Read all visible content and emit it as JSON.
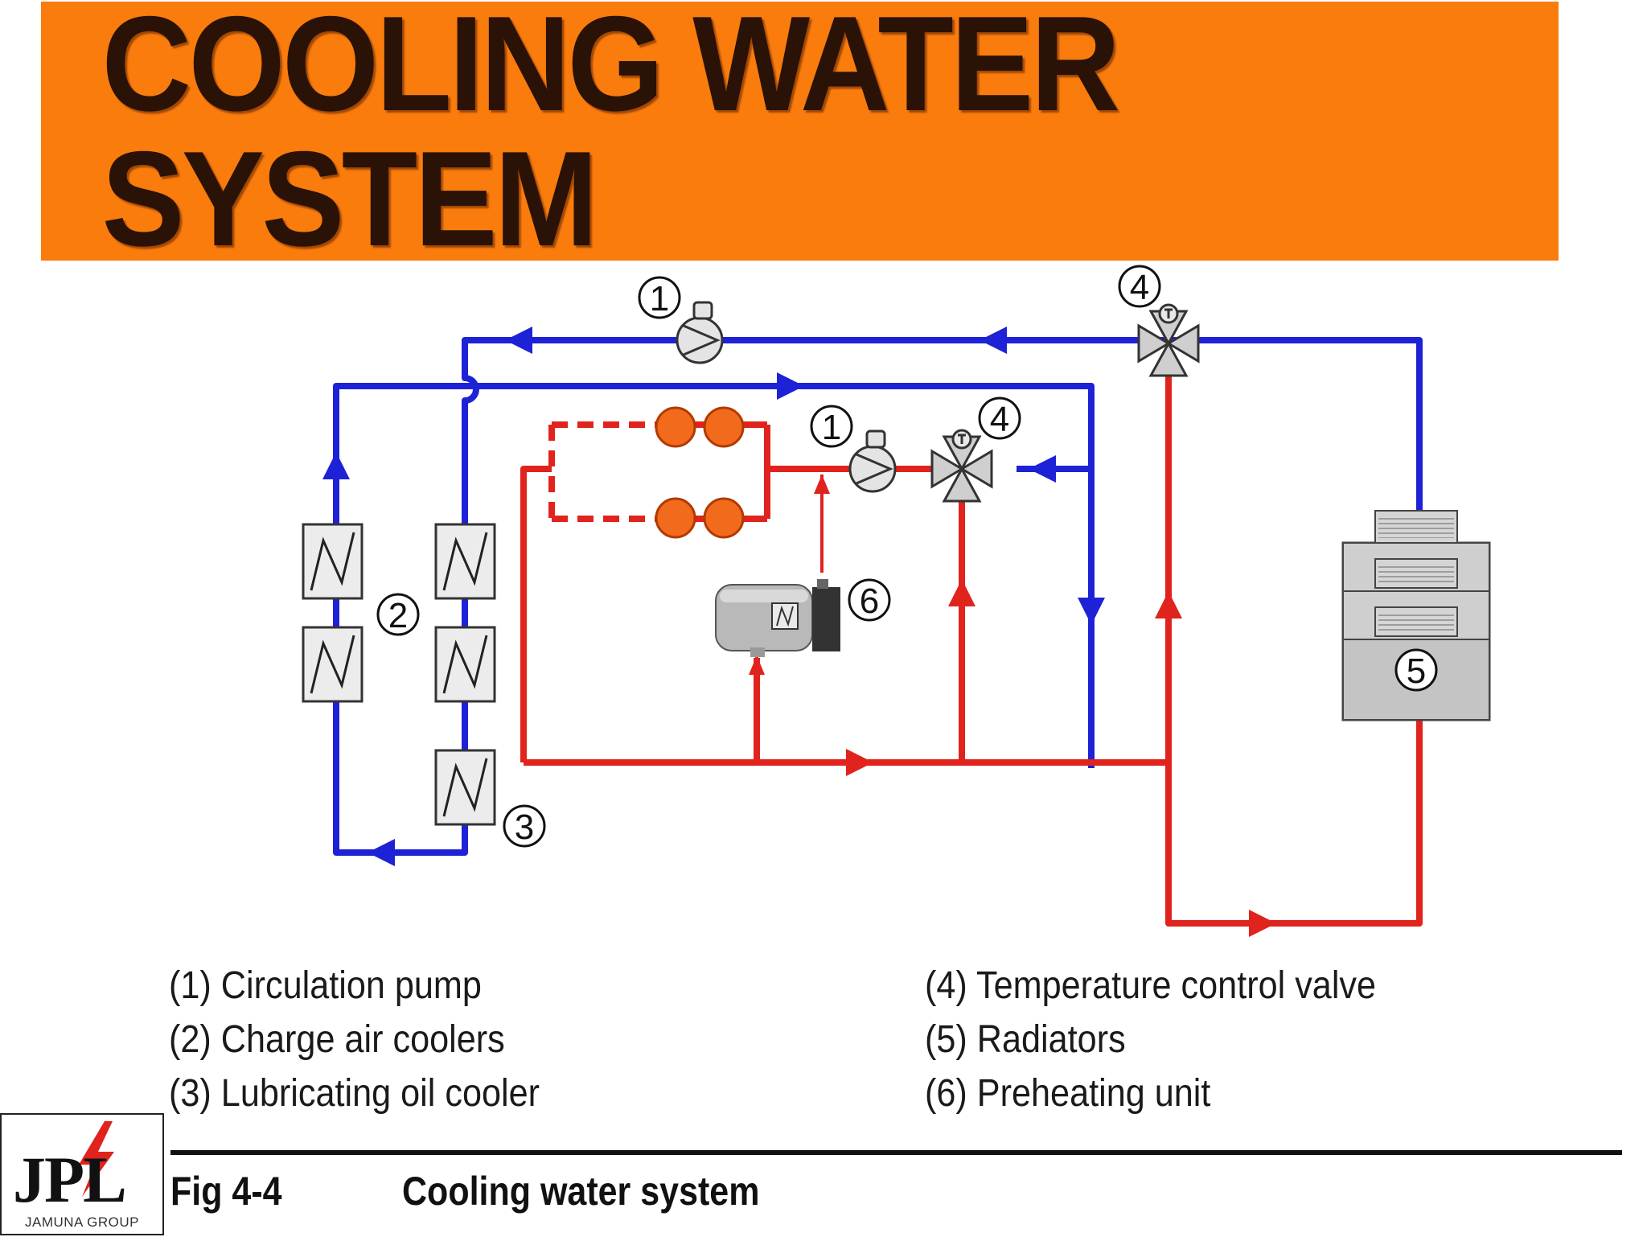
{
  "title": "COOLING WATER SYSTEM",
  "colors": {
    "banner": "#f97c0d",
    "cold_water": "#1e22d6",
    "hot_water": "#e0231d",
    "pistons": "#f26a1b"
  },
  "diagram": {
    "markers": [
      "1",
      "1",
      "2",
      "3",
      "4",
      "4",
      "5",
      "6"
    ]
  },
  "legend": {
    "left": [
      "(1) Circulation pump",
      "(2) Charge air coolers",
      "(3) Lubricating oil cooler"
    ],
    "right": [
      "(4) Temperature control valve",
      "(5) Radiators",
      "(6) Preheating unit"
    ]
  },
  "figure": {
    "number": "Fig 4-4",
    "caption": "Cooling water system"
  },
  "logo": {
    "text": "JPL",
    "subtitle": "JAMUNA GROUP"
  }
}
